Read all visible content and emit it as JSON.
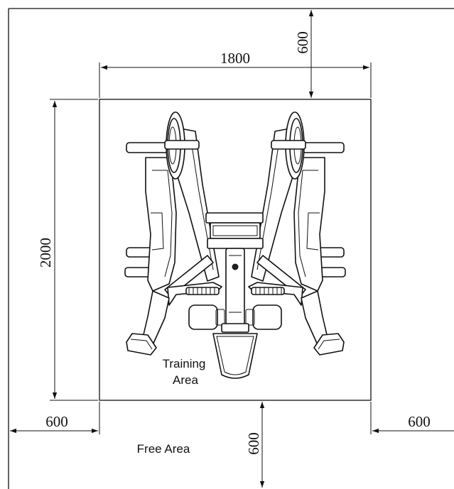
{
  "dimensions": {
    "top_width": "1800",
    "top_clearance": "600",
    "left_height": "2000",
    "left_clearance": "600",
    "right_clearance": "600",
    "bottom_clearance": "600"
  },
  "labels": {
    "training_area_line1": "Training",
    "training_area_line2": "Area",
    "free_area": "Free Area"
  },
  "colors": {
    "line": "#111111",
    "background": "#ffffff"
  },
  "icons": {
    "machine": "plate-loaded-row-machine-top-view"
  }
}
